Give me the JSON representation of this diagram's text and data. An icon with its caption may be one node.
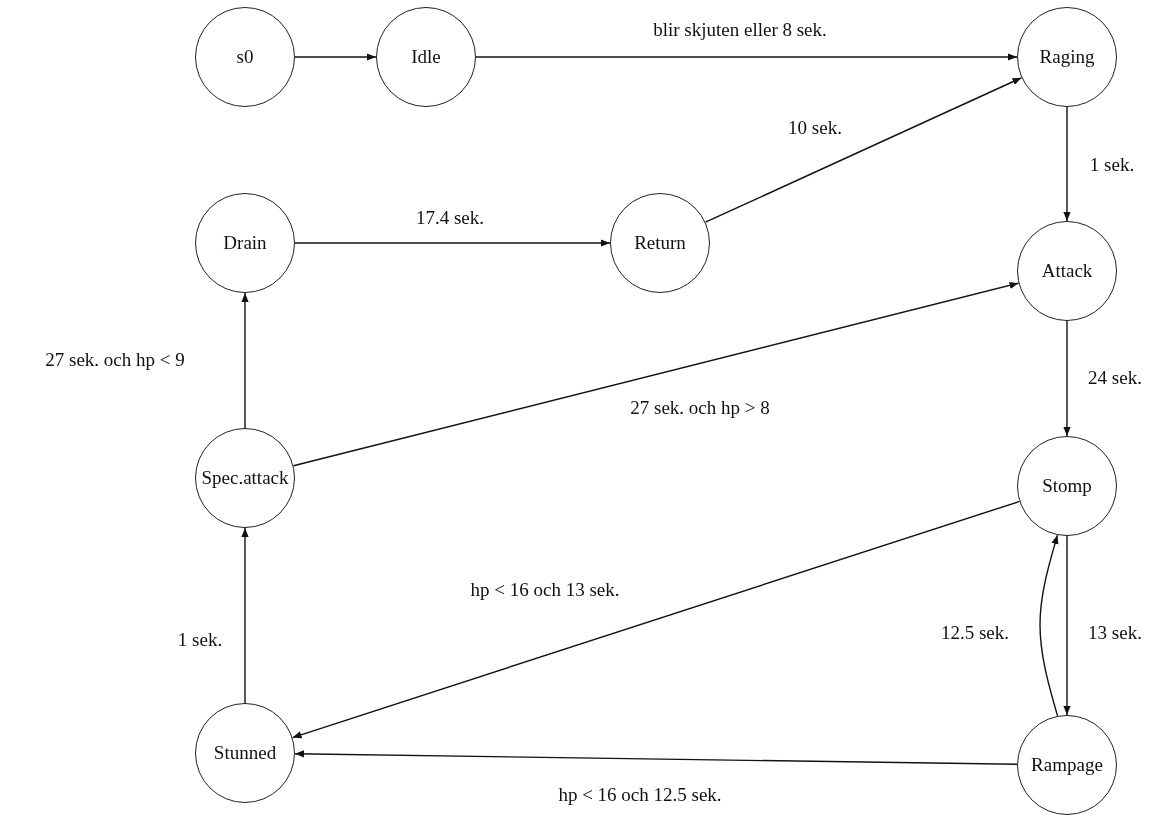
{
  "diagram": {
    "nodes": [
      {
        "text": [
          "s0"
        ]
      },
      {
        "text": [
          "Idle"
        ]
      },
      {
        "text": [
          "Raging"
        ]
      },
      {
        "text": [
          "Drain"
        ]
      },
      {
        "text": [
          "Return"
        ]
      },
      {
        "text": [
          "Attack"
        ]
      },
      {
        "text": [
          "Spec.attack"
        ]
      },
      {
        "text": [
          "Stomp"
        ]
      },
      {
        "text": [
          "Stunned"
        ]
      },
      {
        "text": [
          "Rampage"
        ]
      }
    ],
    "edges": [
      {
        "from": 0,
        "to": 1,
        "arrow": "to"
      },
      {
        "from": 1,
        "to": 2,
        "arrow": "to",
        "label": "blir skjuten eller 8 sek."
      },
      {
        "from": 4,
        "to": 2,
        "arrow": "to",
        "label": "10 sek."
      },
      {
        "from": 3,
        "to": 4,
        "arrow": "to",
        "label": "17.4 sek."
      },
      {
        "from": 2,
        "to": 5,
        "arrow": "to",
        "label": "1 sek."
      },
      {
        "from": 6,
        "to": 3,
        "arrow": "to",
        "label": "27 sek. och hp < 9"
      },
      {
        "from": 6,
        "to": 5,
        "arrow": "to",
        "label": "27 sek. och hp > 8"
      },
      {
        "from": 5,
        "to": 7,
        "arrow": "to",
        "label": "24 sek."
      },
      {
        "from": 7,
        "to": 8,
        "arrow": "to",
        "label": "hp < 16 och 13 sek."
      },
      {
        "from": 7,
        "to": 9,
        "arrow": "to",
        "label": "13 sek."
      },
      {
        "from": 9,
        "to": 7,
        "arrow": "to",
        "label": "12.5 sek."
      },
      {
        "from": 9,
        "to": 8,
        "arrow": "to",
        "label": "hp < 16 och 12.5 sek."
      },
      {
        "from": 8,
        "to": 6,
        "arrow": "to",
        "label": "1 sek."
      }
    ]
  }
}
